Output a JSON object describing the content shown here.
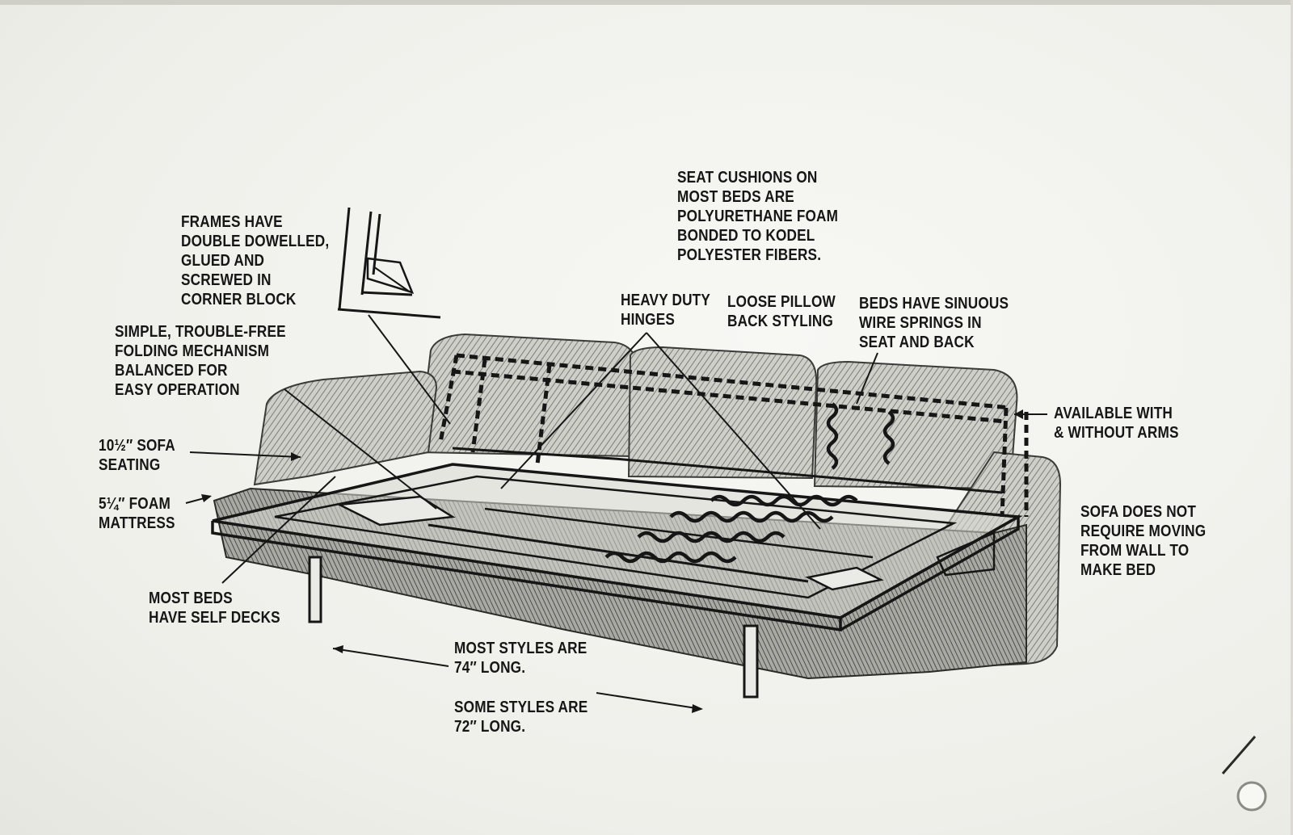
{
  "diagram": {
    "labels": {
      "seat_cushions": "SEAT CUSHIONS ON\nMOST BEDS ARE\nPOLYURETHANE FOAM\nBONDED TO KODEL\nPOLYESTER FIBERS.",
      "frames": "FRAMES HAVE\nDOUBLE DOWELLED,\nGLUED AND\nSCREWED IN\nCORNER BLOCK",
      "folding_mechanism": "SIMPLE, TROUBLE-FREE\nFOLDING MECHANISM\nBALANCED FOR\nEASY OPERATION",
      "hinges": "HEAVY DUTY\nHINGES",
      "pillow_back": "LOOSE PILLOW\nBACK STYLING",
      "springs": "BEDS HAVE SINUOUS\nWIRE SPRINGS IN\nSEAT AND BACK",
      "arms": "AVAILABLE WITH\n& WITHOUT ARMS",
      "sofa_seating": "10½″ SOFA\nSEATING",
      "foam_mattress": "5¼″ FOAM\nMATTRESS",
      "self_decks": "MOST BEDS\nHAVE SELF DECKS",
      "no_moving": "SOFA DOES NOT\nREQUIRE MOVING\nFROM WALL TO\nMAKE BED",
      "length_74": "MOST STYLES ARE\n74″ LONG.",
      "length_72": "SOME STYLES ARE\n72″ LONG."
    },
    "colors": {
      "ink": "#161616",
      "paper": "#f4f4f1",
      "shade": "#8a8a84"
    }
  }
}
